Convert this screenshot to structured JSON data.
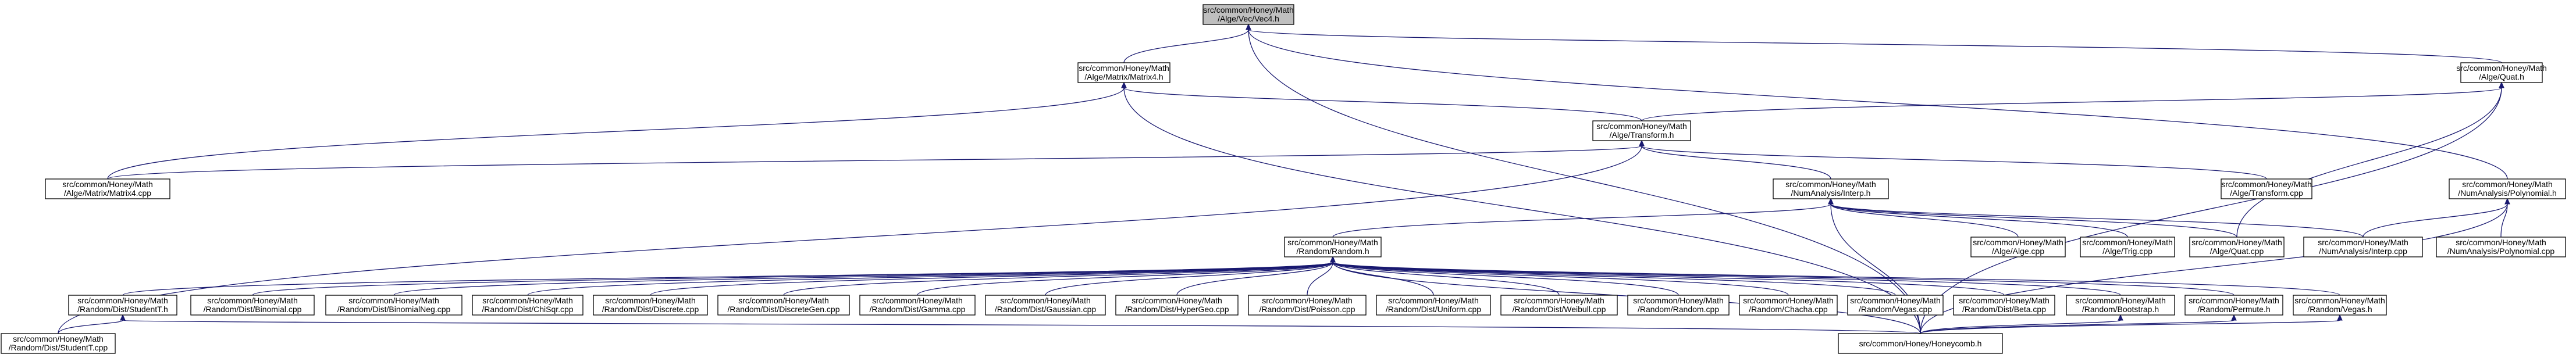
{
  "graph": {
    "nodes": [
      {
        "id": "vec4",
        "line1": "src/common/Honey/Math",
        "line2": "/Alge/Vec/Vec4.h",
        "root": true
      },
      {
        "id": "matrix4h",
        "line1": "src/common/Honey/Math",
        "line2": "/Alge/Matrix/Matrix4.h"
      },
      {
        "id": "quath",
        "line1": "src/common/Honey/Math",
        "line2": "/Alge/Quat.h"
      },
      {
        "id": "transformh",
        "line1": "src/common/Honey/Math",
        "line2": "/Alge/Transform.h"
      },
      {
        "id": "matrix4cpp",
        "line1": "src/common/Honey/Math",
        "line2": "/Alge/Matrix/Matrix4.cpp"
      },
      {
        "id": "interph",
        "line1": "src/common/Honey/Math",
        "line2": "/NumAnalysis/Interp.h"
      },
      {
        "id": "transformcpp",
        "line1": "src/common/Honey/Math",
        "line2": "/Alge/Transform.cpp"
      },
      {
        "id": "polynomialh",
        "line1": "src/common/Honey/Math",
        "line2": "/NumAnalysis/Polynomial.h"
      },
      {
        "id": "randomh",
        "line1": "src/common/Honey/Math",
        "line2": "/Random/Random.h"
      },
      {
        "id": "algecpp",
        "line1": "src/common/Honey/Math",
        "line2": "/Alge/Alge.cpp"
      },
      {
        "id": "trigcpp",
        "line1": "src/common/Honey/Math",
        "line2": "/Alge/Trig.cpp"
      },
      {
        "id": "quatcpp",
        "line1": "src/common/Honey/Math",
        "line2": "/Alge/Quat.cpp"
      },
      {
        "id": "interpcpp",
        "line1": "src/common/Honey/Math",
        "line2": "/NumAnalysis/Interp.cpp"
      },
      {
        "id": "polynomialcpp",
        "line1": "src/common/Honey/Math",
        "line2": "/NumAnalysis/Polynomial.cpp"
      },
      {
        "id": "studenth",
        "line1": "src/common/Honey/Math",
        "line2": "/Random/Dist/StudentT.h"
      },
      {
        "id": "binomialcpp",
        "line1": "src/common/Honey/Math",
        "line2": "/Random/Dist/Binomial.cpp"
      },
      {
        "id": "binomialnegcpp",
        "line1": "src/common/Honey/Math",
        "line2": "/Random/Dist/BinomialNeg.cpp"
      },
      {
        "id": "chisqrcpp",
        "line1": "src/common/Honey/Math",
        "line2": "/Random/Dist/ChiSqr.cpp"
      },
      {
        "id": "discretecpp",
        "line1": "src/common/Honey/Math",
        "line2": "/Random/Dist/Discrete.cpp"
      },
      {
        "id": "discretegencpp",
        "line1": "src/common/Honey/Math",
        "line2": "/Random/Dist/DiscreteGen.cpp"
      },
      {
        "id": "gammacpp",
        "line1": "src/common/Honey/Math",
        "line2": "/Random/Dist/Gamma.cpp"
      },
      {
        "id": "gaussiancpp",
        "line1": "src/common/Honey/Math",
        "line2": "/Random/Dist/Gaussian.cpp"
      },
      {
        "id": "hypergeocpp",
        "line1": "src/common/Honey/Math",
        "line2": "/Random/Dist/HyperGeo.cpp"
      },
      {
        "id": "poissoncpp",
        "line1": "src/common/Honey/Math",
        "line2": "/Random/Dist/Poisson.cpp"
      },
      {
        "id": "uniformcpp",
        "line1": "src/common/Honey/Math",
        "line2": "/Random/Dist/Uniform.cpp"
      },
      {
        "id": "weibullcpp",
        "line1": "src/common/Honey/Math",
        "line2": "/Random/Dist/Weibull.cpp"
      },
      {
        "id": "randomcpp",
        "line1": "src/common/Honey/Math",
        "line2": "/Random/Random.cpp"
      },
      {
        "id": "chachacpp",
        "line1": "src/common/Honey/Math",
        "line2": "/Random/Chacha.cpp"
      },
      {
        "id": "vegascpp",
        "line1": "src/common/Honey/Math",
        "line2": "/Random/Vegas.cpp"
      },
      {
        "id": "betacpp",
        "line1": "src/common/Honey/Math",
        "line2": "/Random/Dist/Beta.cpp"
      },
      {
        "id": "bootstraph",
        "line1": "src/common/Honey/Math",
        "line2": "/Random/Bootstrap.h"
      },
      {
        "id": "permuteh",
        "line1": "src/common/Honey/Math",
        "line2": "/Random/Permute.h"
      },
      {
        "id": "vegash",
        "line1": "src/common/Honey/Math",
        "line2": "/Random/Vegas.h"
      },
      {
        "id": "studentcpp",
        "line1": "src/common/Honey/Math",
        "line2": "/Random/Dist/StudentT.cpp"
      },
      {
        "id": "honeycombh",
        "line1": "src/common/Honey/Honeycomb.h",
        "line2": ""
      }
    ],
    "edges": [
      [
        "vec4",
        "matrix4h"
      ],
      [
        "vec4",
        "quath"
      ],
      [
        "vec4",
        "polynomialh"
      ],
      [
        "vec4",
        "honeycombh"
      ],
      [
        "matrix4h",
        "transformh"
      ],
      [
        "matrix4h",
        "matrix4cpp"
      ],
      [
        "matrix4h",
        "honeycombh"
      ],
      [
        "quath",
        "transformh"
      ],
      [
        "quath",
        "quatcpp"
      ],
      [
        "quath",
        "honeycombh"
      ],
      [
        "transformh",
        "matrix4cpp"
      ],
      [
        "transformh",
        "interph"
      ],
      [
        "transformh",
        "transformcpp"
      ],
      [
        "transformh",
        "studentcpp"
      ],
      [
        "interph",
        "randomh"
      ],
      [
        "interph",
        "algecpp"
      ],
      [
        "interph",
        "trigcpp"
      ],
      [
        "interph",
        "quatcpp"
      ],
      [
        "interph",
        "interpcpp"
      ],
      [
        "interph",
        "honeycombh"
      ],
      [
        "polynomialh",
        "interpcpp"
      ],
      [
        "polynomialh",
        "polynomialcpp"
      ],
      [
        "polynomialh",
        "honeycombh"
      ],
      [
        "randomh",
        "studenth"
      ],
      [
        "randomh",
        "binomialcpp"
      ],
      [
        "randomh",
        "binomialnegcpp"
      ],
      [
        "randomh",
        "chisqrcpp"
      ],
      [
        "randomh",
        "discretecpp"
      ],
      [
        "randomh",
        "discretegencpp"
      ],
      [
        "randomh",
        "gammacpp"
      ],
      [
        "randomh",
        "gaussiancpp"
      ],
      [
        "randomh",
        "hypergeocpp"
      ],
      [
        "randomh",
        "poissoncpp"
      ],
      [
        "randomh",
        "uniformcpp"
      ],
      [
        "randomh",
        "weibullcpp"
      ],
      [
        "randomh",
        "randomcpp"
      ],
      [
        "randomh",
        "chachacpp"
      ],
      [
        "randomh",
        "vegascpp"
      ],
      [
        "randomh",
        "betacpp"
      ],
      [
        "randomh",
        "bootstraph"
      ],
      [
        "randomh",
        "permuteh"
      ],
      [
        "randomh",
        "vegash"
      ],
      [
        "randomh",
        "honeycombh"
      ],
      [
        "studenth",
        "studentcpp"
      ],
      [
        "studenth",
        "honeycombh"
      ],
      [
        "bootstraph",
        "honeycombh"
      ],
      [
        "permuteh",
        "honeycombh"
      ],
      [
        "vegash",
        "honeycombh"
      ]
    ]
  }
}
